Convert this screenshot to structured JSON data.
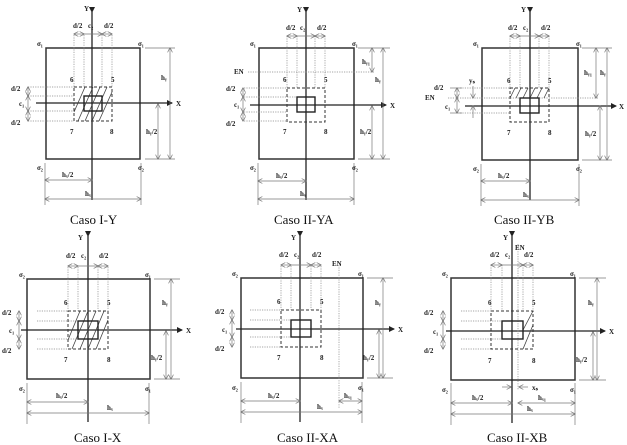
{
  "diagrams": [
    {
      "id": "caso-I-Y",
      "caption": "Caso I-Y",
      "axis_y": "Y",
      "axis_x": "X",
      "corner_top_left": "σ₁",
      "corner_top_right": "σ₁",
      "corner_bottom_left": "σ₂",
      "corner_bottom_right": "σ₂",
      "dim_d2": "d/2",
      "dim_c2": "c₂",
      "dim_c1": "c₁",
      "dim_hy": "hᵧ",
      "dim_hy2": "hᵧ/2",
      "dim_hx2": "hₓ/2",
      "dim_hx": "hₓ",
      "point_5": "5",
      "point_6": "6",
      "point_7": "7",
      "point_8": "8",
      "hatched": "full"
    },
    {
      "id": "caso-II-YA",
      "caption": "Caso II-YA",
      "axis_y": "Y",
      "axis_x": "X",
      "corner_top_left": "σ₁",
      "corner_top_right": "σ₁",
      "corner_bottom_left": "σ₂",
      "corner_bottom_right": "σ₂",
      "dim_d2": "d/2",
      "dim_c2": "c₂",
      "dim_c1": "c₁",
      "dim_hy": "hᵧ",
      "dim_hy1": "hᵧ₁",
      "dim_hy2": "hᵧ/2",
      "dim_hx2": "hₓ/2",
      "dim_hx": "hₓ",
      "neutral_axis": "EN",
      "point_5": "5",
      "point_6": "6",
      "point_7": "7",
      "point_8": "8",
      "hatched": "none"
    },
    {
      "id": "caso-II-YB",
      "caption": "Caso II-YB",
      "axis_y": "Y",
      "axis_x": "X",
      "corner_top_left": "σ₁",
      "corner_top_right": "σ₁",
      "corner_bottom_left": "σ₂",
      "corner_bottom_right": "σ₂",
      "dim_d2": "d/2",
      "dim_c2": "c₂",
      "dim_c1": "c₁",
      "dim_ys": "yₛ",
      "dim_hy": "hᵧ",
      "dim_hy1": "hᵧ₁",
      "dim_hy2": "hᵧ/2",
      "dim_hx2": "hₓ/2",
      "dim_hx": "hₓ",
      "neutral_axis": "EN",
      "point_5": "5",
      "point_6": "6",
      "point_7": "7",
      "point_8": "8",
      "hatched": "top-strip"
    },
    {
      "id": "caso-I-X",
      "caption": "Caso I-X",
      "axis_y": "Y",
      "axis_x": "X",
      "corner_top_left": "σ₂",
      "corner_top_right": "σ₁",
      "corner_bottom_left": "σ₂",
      "corner_bottom_right": "σ₁",
      "dim_d2": "d/2",
      "dim_c2": "c₂",
      "dim_c1": "c₁",
      "dim_hy": "hᵧ",
      "dim_hy2": "hᵧ/2",
      "dim_hx2": "hₓ/2",
      "dim_hx": "hₓ",
      "point_5": "5",
      "point_6": "6",
      "point_7": "7",
      "point_8": "8",
      "hatched": "full"
    },
    {
      "id": "caso-II-XA",
      "caption": "Caso II-XA",
      "axis_y": "Y",
      "axis_x": "X",
      "corner_top_left": "σ₂",
      "corner_top_right": "σ₁",
      "corner_bottom_left": "σ₂",
      "corner_bottom_right": "σ₁",
      "dim_d2": "d/2",
      "dim_c2": "c₂",
      "dim_c1": "c₁",
      "dim_hy": "hᵧ",
      "dim_hy2": "hᵧ/2",
      "dim_hx2": "hₓ/2",
      "dim_hx": "hₓ",
      "dim_hx1": "hₓ₁",
      "neutral_axis": "EN",
      "point_5": "5",
      "point_6": "6",
      "point_7": "7",
      "point_8": "8",
      "hatched": "none"
    },
    {
      "id": "caso-II-XB",
      "caption": "Caso II-XB",
      "axis_y": "Y",
      "axis_x": "X",
      "corner_top_left": "σ₂",
      "corner_top_right": "σ₁",
      "corner_bottom_left": "σ₂",
      "corner_bottom_right": "σ₁",
      "dim_d2": "d/2",
      "dim_c2": "c₂",
      "dim_c1": "c₁",
      "dim_hy": "hᵧ",
      "dim_hy2": "hᵧ/2",
      "dim_hx2": "hₓ/2",
      "dim_hx": "hₓ",
      "dim_hx1": "hₓ₁",
      "dim_xs": "xₛ",
      "neutral_axis": "EN",
      "point_5": "5",
      "point_6": "6",
      "point_7": "7",
      "point_8": "8",
      "hatched": "right-strip"
    }
  ]
}
